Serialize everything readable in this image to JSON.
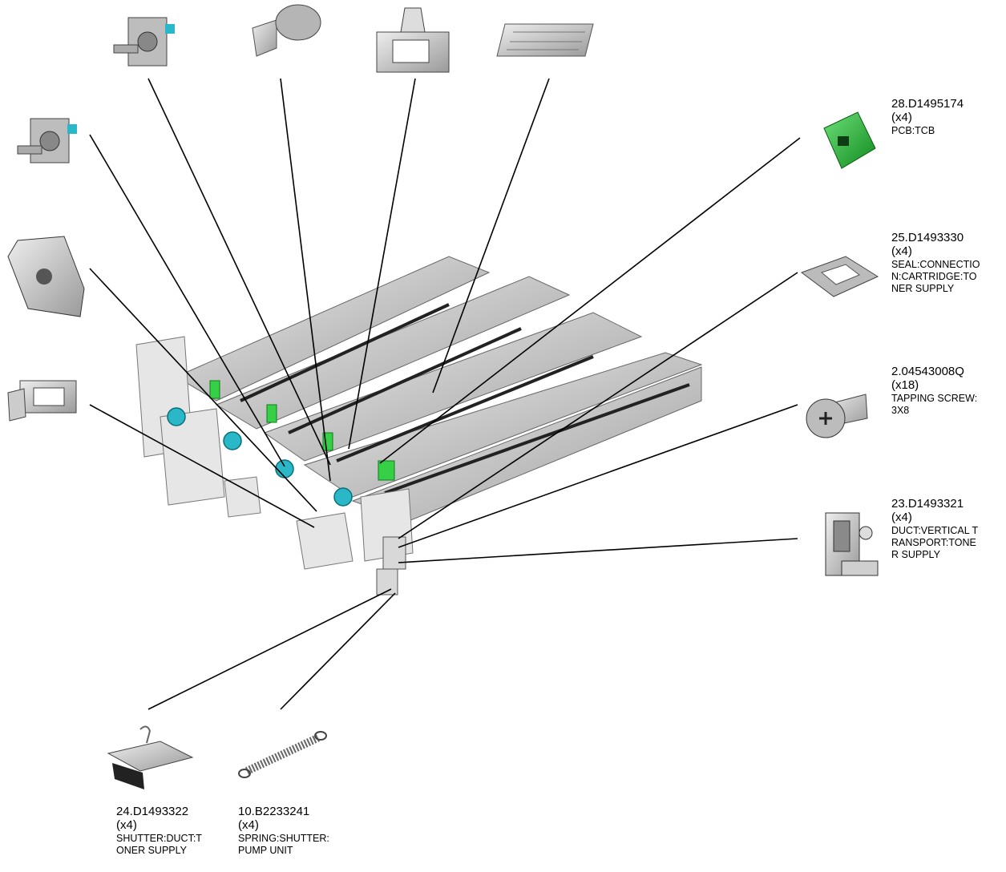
{
  "callouts": [
    {
      "id": "pcb",
      "part": "28.D1495174",
      "qty": "(x4)",
      "desc": "PCB:TCB"
    },
    {
      "id": "seal",
      "part": "25.D1493330",
      "qty": "(x4)",
      "desc": "SEAL:CONNECTIO\nN:CARTRIDGE:TO\nNER SUPPLY"
    },
    {
      "id": "screw",
      "part": "2.04543008Q",
      "qty": "(x18)",
      "desc": "TAPPING SCREW:\n3X8"
    },
    {
      "id": "duct",
      "part": "23.D1493321",
      "qty": "(x4)",
      "desc": "DUCT:VERTICAL T\nRANSPORT:TONE\nR SUPPLY"
    },
    {
      "id": "shutter",
      "part": "24.D1493322",
      "qty": "(x4)",
      "desc": "SHUTTER:DUCT:T\nONER SUPPLY"
    },
    {
      "id": "spring",
      "part": "10.B2233241",
      "qty": "(x4)",
      "desc": "SPRING:SHUTTER:\nPUMP UNIT"
    }
  ],
  "colors": {
    "accent_green": "#2fbf3a",
    "accent_cyan": "#2ab8c8",
    "part_gray": "#c9c9c9",
    "dark": "#222222"
  }
}
